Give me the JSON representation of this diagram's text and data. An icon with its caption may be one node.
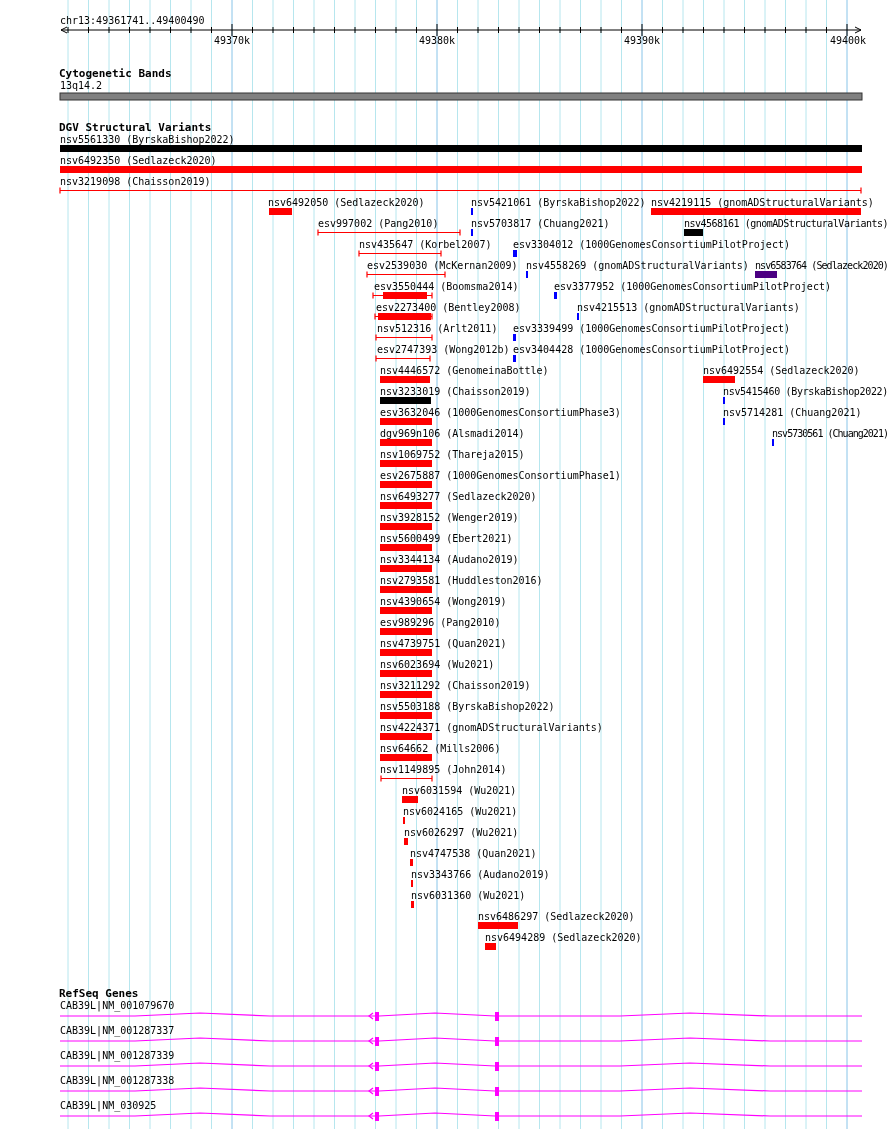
{
  "diagram": {
    "labels": [
      "chr13:49361741..49400490",
      "49370k",
      "49380k",
      "49390k",
      "49400k",
      "Cytogenetic Bands",
      "13q14.2",
      "DGV Structural Variants",
      "nsv5561330 (ByrskaBishop2022)",
      "nsv6492350 (Sedlazeck2020)",
      "nsv3219098 (Chaisson2019)",
      "nsv6492050 (Sedlazeck2020)",
      "nsv5421061 (ByrskaBishop2022)",
      "nsv4219115 (gnomADStructuralVariants)",
      "esv997002 (Pang2010)",
      "nsv5703817 (Chuang2021)",
      "nsv4568161 (gnomADStructuralVariants)",
      "nsv435647 (Korbel2007)",
      "esv3304012 (1000GenomesConsortiumPilotProject)",
      "esv2539030 (McKernan2009)",
      "nsv4558269 (gnomADStructuralVariants)",
      "nsv6583764 (Sedlazeck2020)",
      "esv3550444 (Boomsma2014)",
      "esv3377952 (1000GenomesConsortiumPilotProject)",
      "esv2273400 (Bentley2008)",
      "nsv4215513 (gnomADStructuralVariants)",
      "nsv512316 (Arlt2011)",
      "esv3339499 (1000GenomesConsortiumPilotProject)",
      "esv2747393 (Wong2012b)",
      "esv3404428 (1000GenomesConsortiumPilotProject)",
      "nsv4446572 (GenomeinaBottle)",
      "nsv6492554 (Sedlazeck2020)",
      "nsv3233019 (Chaisson2019)",
      "nsv5415460 (ByrskaBishop2022)",
      "esv3632046 (1000GenomesConsortiumPhase3)",
      "nsv5714281 (Chuang2021)",
      "dgv969n106 (Alsmadi2014)",
      "nsv5730561 (Chuang2021)",
      "nsv1069752 (Thareja2015)",
      "esv2675887 (1000GenomesConsortiumPhase1)",
      "nsv6493277 (Sedlazeck2020)",
      "nsv3928152 (Wenger2019)",
      "nsv5600499 (Ebert2021)",
      "nsv3344134 (Audano2019)",
      "nsv2793581 (Huddleston2016)",
      "nsv4390654 (Wong2019)",
      "esv989296 (Pang2010)",
      "nsv4739751 (Quan2021)",
      "nsv6023694 (Wu2021)",
      "nsv3211292 (Chaisson2019)",
      "nsv5503188 (ByrskaBishop2022)",
      "nsv4224371 (gnomADStructuralVariants)",
      "nsv64662 (Mills2006)",
      "nsv1149895 (John2014)",
      "nsv6031594 (Wu2021)",
      "nsv6024165 (Wu2021)",
      "nsv6026297 (Wu2021)",
      "nsv4747538 (Quan2021)",
      "nsv3343766 (Audano2019)",
      "nsv6031360 (Wu2021)",
      "nsv6486297 (Sedlazeck2020)",
      "nsv6494289 (Sedlazeck2020)",
      "RefSeq Genes",
      "CAB39L|NM_001079670",
      "CAB39L|NM_001287337",
      "CAB39L|NM_001287339",
      "CAB39L|NM_001287338",
      "CAB39L|NM_030925"
    ]
  }
}
